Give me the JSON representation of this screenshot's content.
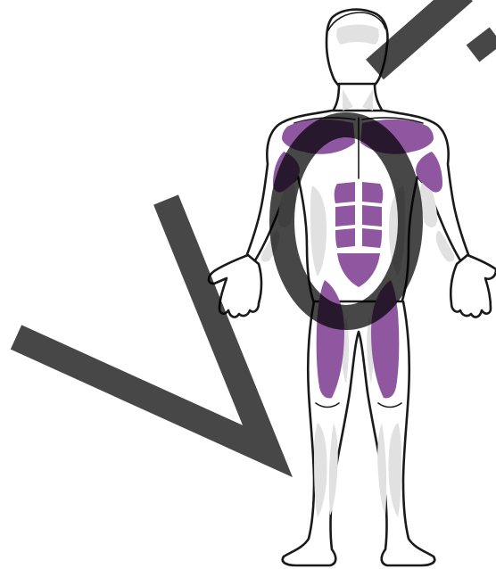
{
  "colors": {
    "highlight": "#8e57a0",
    "inactive_muscle": "#e1e1e1",
    "outline": "#1a1a1a",
    "background": "#ffffff",
    "watermark": "#000000"
  },
  "highlighted_muscles": [
    "chest",
    "front-shoulders",
    "abdominals",
    "quadriceps"
  ],
  "watermark": {
    "text": "Vo",
    "style": "large semi-transparent black letters overlaid diagonally"
  }
}
